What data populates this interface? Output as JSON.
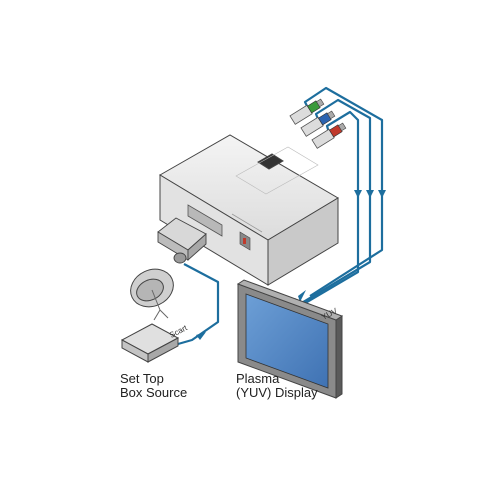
{
  "labels": {
    "set_top_box": "Set Top\nBox Source",
    "plasma": "Plasma\n(YUV) Display",
    "scart": "Scart",
    "yuv": "YUV"
  },
  "colors": {
    "cable": "#1d6e9e",
    "device_body": "#e9e9e9",
    "device_side": "#cfcfcf",
    "screen": "#4f86c6",
    "connector_green": "#3a9a3a",
    "connector_blue": "#2c64b0",
    "connector_red": "#c0392b"
  }
}
